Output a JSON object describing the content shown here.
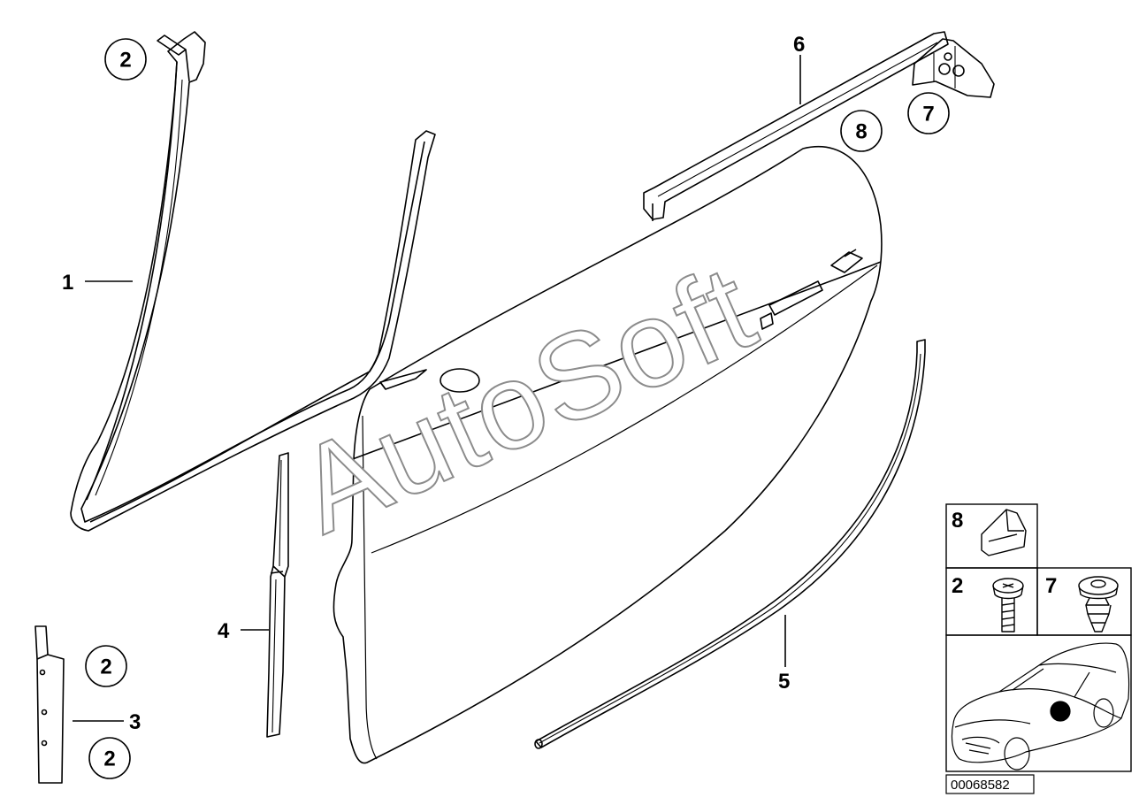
{
  "diagram": {
    "part_labels": [
      "1",
      "2",
      "3",
      "4",
      "5",
      "6",
      "7",
      "8"
    ],
    "callouts": {
      "c2_top": "2",
      "c2_mid": "2",
      "c2_bottom": "2",
      "c8": "8",
      "c7": "7"
    },
    "inset": {
      "cell_8": "8",
      "cell_2": "2",
      "cell_7": "7"
    },
    "watermark": "AutoSoft",
    "document_id": "00068582"
  }
}
